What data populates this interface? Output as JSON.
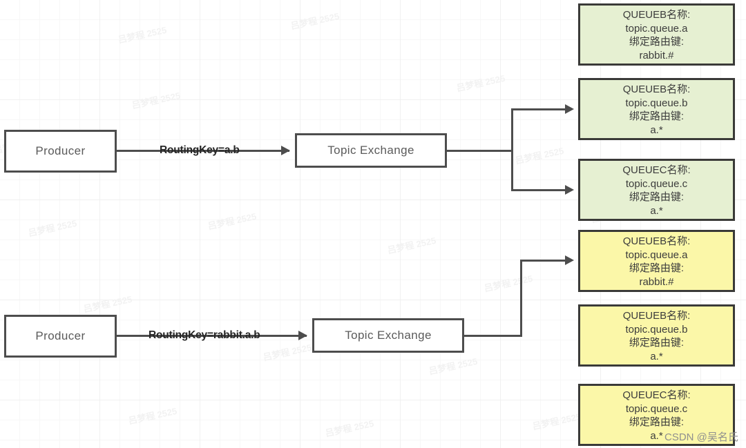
{
  "diagram": {
    "title": "RabbitMQ Topic Exchange Routing",
    "colors": {
      "green_fill": "#e6f0d2",
      "yellow_fill": "#fbf7a8",
      "box_border": "#3a3a38",
      "line": "#4d4d4d",
      "plain_box_fill": "#ffffff",
      "grid_line": "#f0f0f0"
    },
    "producers": [
      {
        "label": "Producer"
      },
      {
        "label": "Producer"
      }
    ],
    "exchanges": [
      {
        "label": "Topic Exchange"
      },
      {
        "label": "Topic Exchange"
      }
    ],
    "edge_labels": [
      {
        "text": "RoutingKey=a.b"
      },
      {
        "text": "RoutingKey=rabbit.a.b"
      }
    ],
    "queues": [
      {
        "color": "green",
        "name_line": "QUEUEB名称:",
        "queue_name": "topic.queue.a",
        "binding_label": "绑定路由键:",
        "binding_key": "rabbit.#",
        "matched": false
      },
      {
        "color": "green",
        "name_line": "QUEUEB名称:",
        "queue_name": "topic.queue.b",
        "binding_label": "绑定路由键:",
        "binding_key": "a.*",
        "matched": true
      },
      {
        "color": "green",
        "name_line": "QUEUEC名称:",
        "queue_name": "topic.queue.c",
        "binding_label": "绑定路由键:",
        "binding_key": "a.*",
        "matched": true
      },
      {
        "color": "yellow",
        "name_line": "QUEUEB名称:",
        "queue_name": "topic.queue.a",
        "binding_label": "绑定路由键:",
        "binding_key": "rabbit.#",
        "matched": true
      },
      {
        "color": "yellow",
        "name_line": "QUEUEB名称:",
        "queue_name": "topic.queue.b",
        "binding_label": "绑定路由键:",
        "binding_key": "a.*",
        "matched": false
      },
      {
        "color": "yellow",
        "name_line": "QUEUEC名称:",
        "queue_name": "topic.queue.c",
        "binding_label": "绑定路由键:",
        "binding_key": "a.*",
        "matched": false
      }
    ],
    "watermark": {
      "text": "吕梦程 2525"
    },
    "credit": {
      "text": "CSDN @吴名氏"
    }
  }
}
